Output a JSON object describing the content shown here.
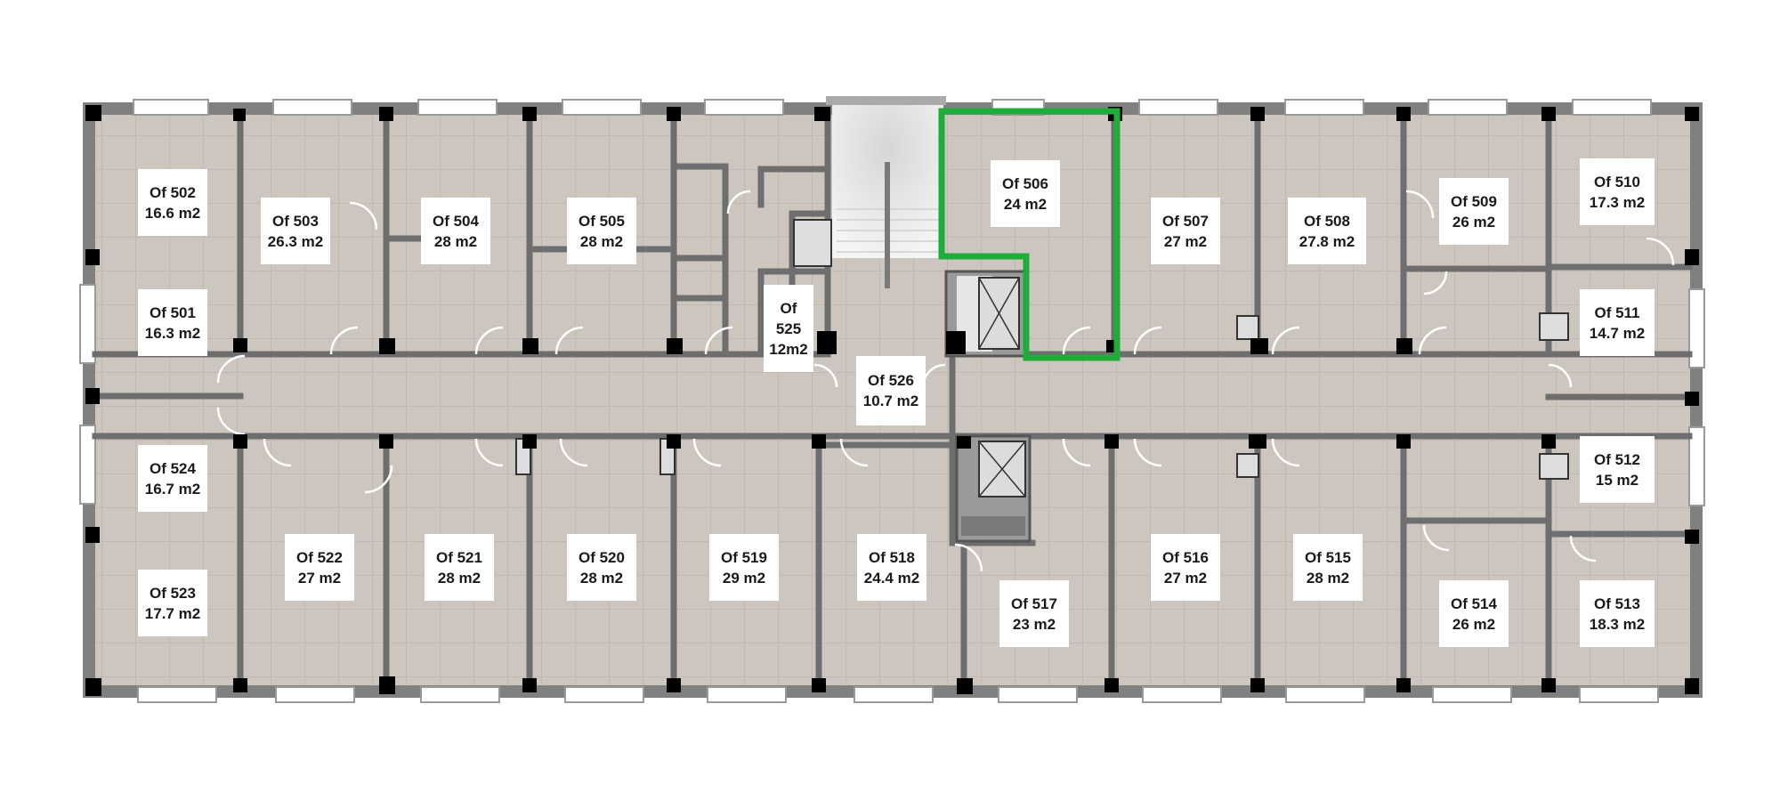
{
  "colors": {
    "floor": "#cfc8c0",
    "tile_line": "#bfb7ae",
    "wall": "#6e6e6e",
    "outer_wall": "#7a7a7a",
    "column": "#000000",
    "window": "#ffffff",
    "highlight": "#1fad3a",
    "stair": "#e9e9e9"
  },
  "highlighted_office": "Of 506",
  "rooms": [
    {
      "id": "502",
      "line1": "Of 502",
      "line2": "16.6 m2"
    },
    {
      "id": "501",
      "line1": "Of 501",
      "line2": "16.3 m2"
    },
    {
      "id": "503",
      "line1": "Of 503",
      "line2": "26.3 m2"
    },
    {
      "id": "504",
      "line1": "Of 504",
      "line2": "28 m2"
    },
    {
      "id": "505",
      "line1": "Of 505",
      "line2": "28 m2"
    },
    {
      "id": "525",
      "line1": "Of",
      "line2": "525",
      "line3": "12m2"
    },
    {
      "id": "526",
      "line1": "Of 526",
      "line2": "10.7 m2"
    },
    {
      "id": "506",
      "line1": "Of 506",
      "line2": "24 m2"
    },
    {
      "id": "507",
      "line1": "Of 507",
      "line2": "27 m2"
    },
    {
      "id": "508",
      "line1": "Of 508",
      "line2": "27.8 m2"
    },
    {
      "id": "509",
      "line1": "Of 509",
      "line2": "26 m2"
    },
    {
      "id": "510",
      "line1": "Of 510",
      "line2": "17.3 m2"
    },
    {
      "id": "511",
      "line1": "Of 511",
      "line2": "14.7 m2"
    },
    {
      "id": "512",
      "line1": "Of 512",
      "line2": "15 m2"
    },
    {
      "id": "513",
      "line1": "Of 513",
      "line2": "18.3 m2"
    },
    {
      "id": "514",
      "line1": "Of 514",
      "line2": "26 m2"
    },
    {
      "id": "515",
      "line1": "Of 515",
      "line2": "28 m2"
    },
    {
      "id": "516",
      "line1": "Of 516",
      "line2": "27 m2"
    },
    {
      "id": "517",
      "line1": "Of 517",
      "line2": "23 m2"
    },
    {
      "id": "518",
      "line1": "Of 518",
      "line2": "24.4 m2"
    },
    {
      "id": "519",
      "line1": "Of 519",
      "line2": "29 m2"
    },
    {
      "id": "520",
      "line1": "Of 520",
      "line2": "28 m2"
    },
    {
      "id": "521",
      "line1": "Of 521",
      "line2": "28 m2"
    },
    {
      "id": "522",
      "line1": "Of 522",
      "line2": "27 m2"
    },
    {
      "id": "524",
      "line1": "Of 524",
      "line2": "16.7 m2"
    },
    {
      "id": "523",
      "line1": "Of 523",
      "line2": "17.7 m2"
    }
  ]
}
